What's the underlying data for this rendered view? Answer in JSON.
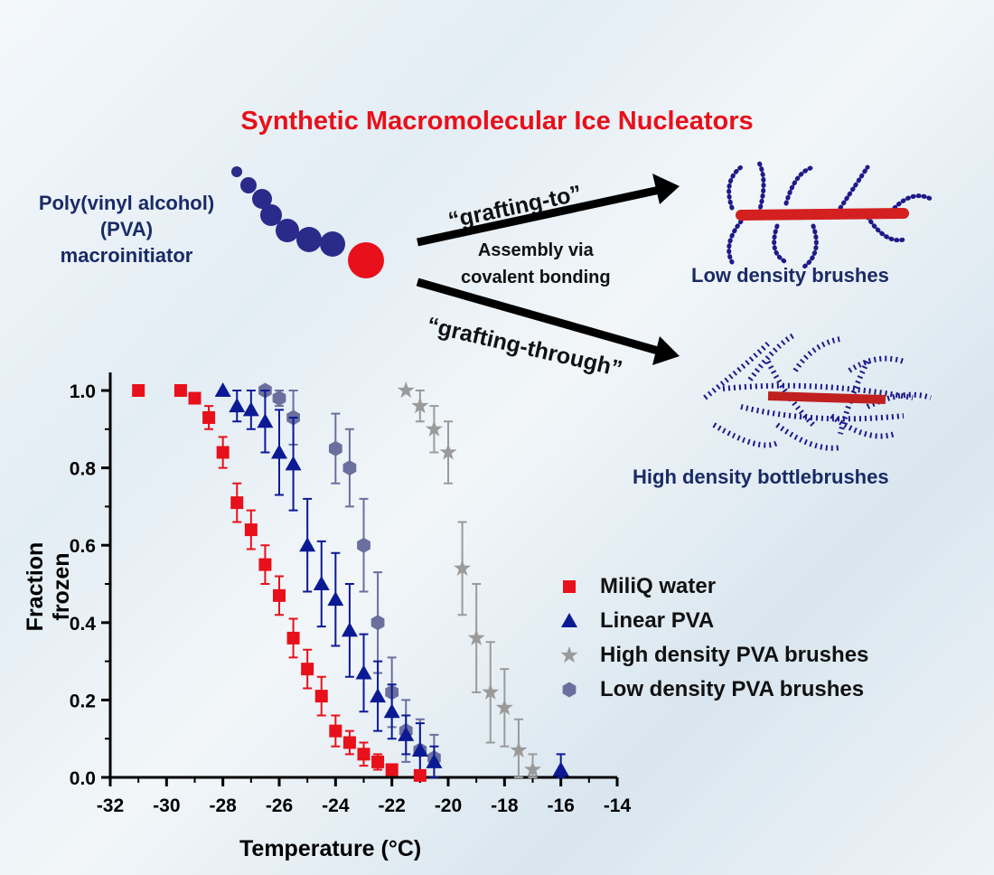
{
  "title": "Synthetic Macromolecular Ice Nucleators",
  "pva_label": "Poly(vinyl alcohol) (PVA) macroinitiator",
  "grafting_to": "“grafting-to”",
  "grafting_through": "“grafting-through”",
  "assembly_line1": "Assembly via",
  "assembly_line2": "covalent bonding",
  "low_density_label": "Low density brushes",
  "high_density_label": "High density bottlebrushes",
  "chart_data": {
    "type": "scatter",
    "xlabel": "Temperature (°C)",
    "ylabel": "Fraction frozen",
    "xlim": [
      -32,
      -14
    ],
    "ylim": [
      0,
      1.05
    ],
    "xticks": [
      -32,
      -30,
      -28,
      -26,
      -24,
      -22,
      -20,
      -18,
      -16,
      -14
    ],
    "yticks": [
      0.0,
      0.2,
      0.4,
      0.6,
      0.8,
      1.0
    ],
    "xtick_labels": [
      "-32",
      "-30",
      "-28",
      "-26",
      "-24",
      "-22",
      "-20",
      "-18",
      "-16",
      "-14"
    ],
    "ytick_labels": [
      "0.0",
      "0.2",
      "0.4",
      "0.6",
      "0.8",
      "1.0"
    ],
    "legend_position": "right",
    "series": [
      {
        "name": "MiliQ water",
        "marker": "square",
        "color": "#e8101a",
        "x": [
          -31,
          -29.5,
          -29,
          -28.5,
          -28,
          -27.5,
          -27,
          -26.5,
          -26,
          -25.5,
          -25,
          -24.5,
          -24,
          -23.5,
          -23,
          -22.5,
          -22,
          -21
        ],
        "y": [
          1.0,
          1.0,
          0.98,
          0.93,
          0.84,
          0.71,
          0.64,
          0.55,
          0.47,
          0.36,
          0.28,
          0.21,
          0.12,
          0.09,
          0.06,
          0.04,
          0.02,
          0.005
        ],
        "err": [
          0,
          0,
          0.01,
          0.03,
          0.04,
          0.05,
          0.05,
          0.05,
          0.05,
          0.05,
          0.05,
          0.05,
          0.04,
          0.03,
          0.03,
          0.02,
          0.01,
          0
        ]
      },
      {
        "name": "Linear PVA",
        "marker": "triangle",
        "color": "#0b1a94",
        "x": [
          -28,
          -27.5,
          -27,
          -26.5,
          -26,
          -25.5,
          -25,
          -24.5,
          -24,
          -23.5,
          -23,
          -22.5,
          -22,
          -21.5,
          -21,
          -20.5,
          -16
        ],
        "y": [
          1.0,
          0.96,
          0.95,
          0.92,
          0.84,
          0.81,
          0.6,
          0.5,
          0.46,
          0.38,
          0.27,
          0.21,
          0.17,
          0.11,
          0.07,
          0.04,
          0.02
        ],
        "err": [
          0,
          0.04,
          0.05,
          0.08,
          0.11,
          0.12,
          0.12,
          0.11,
          0.12,
          0.12,
          0.1,
          0.09,
          0.07,
          0.05,
          0.07,
          0.04,
          0.04
        ]
      },
      {
        "name": "High density PVA brushes",
        "marker": "star",
        "color": "#9a9a9a",
        "x": [
          -21.5,
          -21,
          -20.5,
          -20,
          -19.5,
          -19,
          -18.5,
          -18,
          -17.5,
          -17
        ],
        "y": [
          1.0,
          0.96,
          0.9,
          0.84,
          0.54,
          0.36,
          0.22,
          0.18,
          0.07,
          0.02
        ],
        "err": [
          0,
          0.04,
          0.06,
          0.08,
          0.12,
          0.14,
          0.13,
          0.1,
          0.08,
          0.04
        ]
      },
      {
        "name": "Low density PVA brushes",
        "marker": "hexagon",
        "color": "#6a6f9e",
        "x": [
          -26.5,
          -26,
          -25.5,
          -24,
          -23.5,
          -23,
          -22.5,
          -22,
          -21.5,
          -21,
          -20.5
        ],
        "y": [
          1.0,
          0.98,
          0.93,
          0.85,
          0.8,
          0.6,
          0.4,
          0.22,
          0.12,
          0.07,
          0.05
        ],
        "err": [
          0,
          0.02,
          0.07,
          0.09,
          0.1,
          0.12,
          0.13,
          0.09,
          0.08,
          0.08,
          0.06
        ]
      }
    ]
  }
}
